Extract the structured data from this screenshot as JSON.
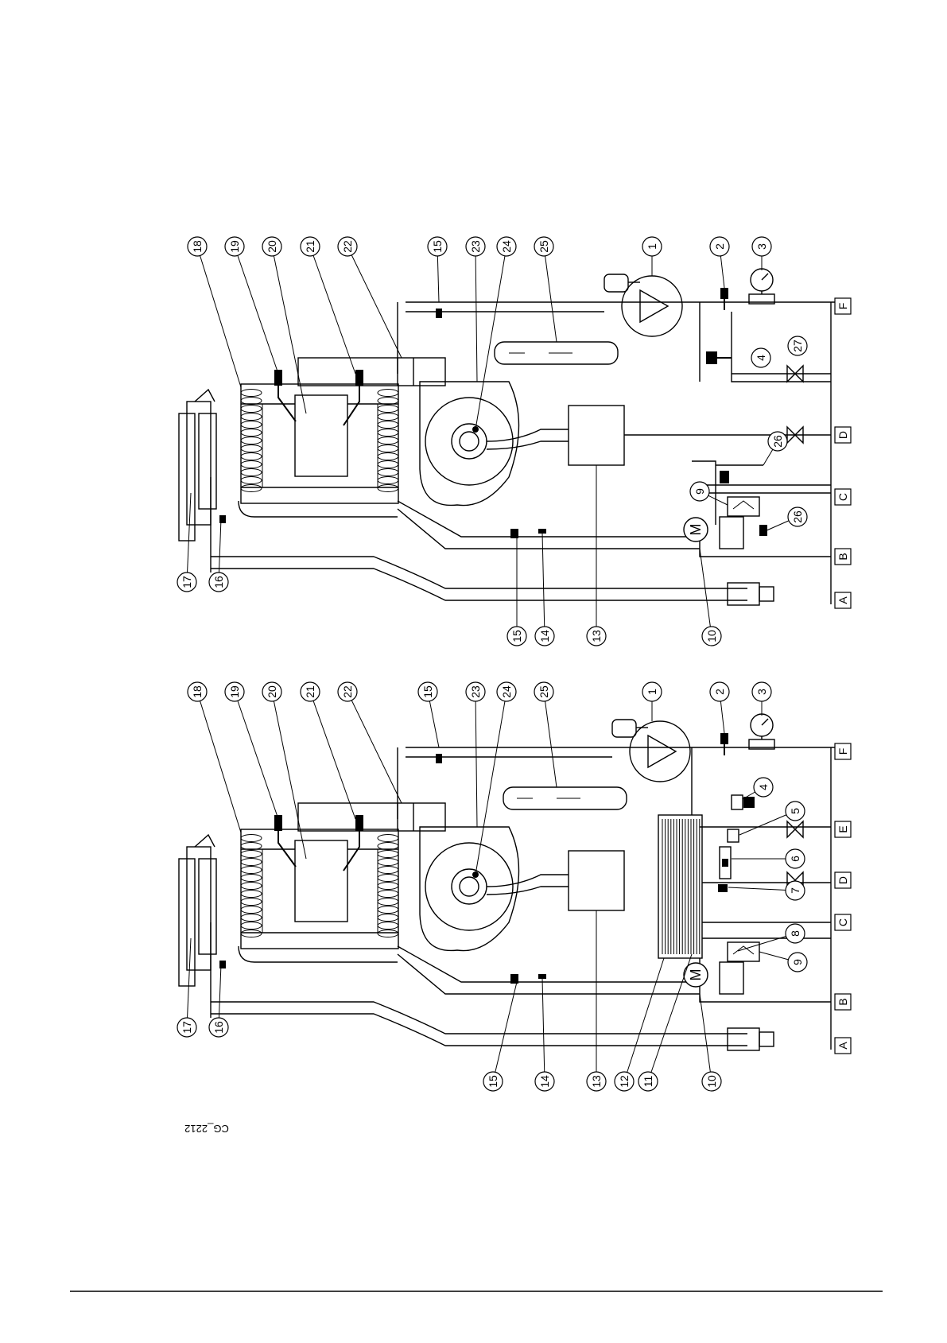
{
  "diagram_code": "CG_2212",
  "upper_schematic": {
    "callouts_left": [
      "17",
      "16"
    ],
    "callouts_top": [
      "18",
      "19",
      "20",
      "21",
      "22",
      "15",
      "23",
      "24",
      "25",
      "1",
      "2",
      "3"
    ],
    "callouts_bottom": [
      "15",
      "14",
      "13",
      "10"
    ],
    "callouts_inner": [
      "4",
      "27",
      "26",
      "9",
      "26"
    ],
    "motor_label": "M",
    "connections": [
      "A",
      "B",
      "C",
      "D",
      "F"
    ]
  },
  "lower_schematic": {
    "callouts_left": [
      "17",
      "16"
    ],
    "callouts_top": [
      "18",
      "19",
      "20",
      "21",
      "22",
      "15",
      "23",
      "24",
      "25",
      "1",
      "2",
      "3"
    ],
    "callouts_bottom": [
      "15",
      "14",
      "13",
      "12",
      "11",
      "10"
    ],
    "callouts_inner": [
      "4",
      "5",
      "6",
      "7",
      "8",
      "9"
    ],
    "motor_label": "M",
    "connections": [
      "A",
      "B",
      "C",
      "D",
      "E",
      "F"
    ]
  }
}
